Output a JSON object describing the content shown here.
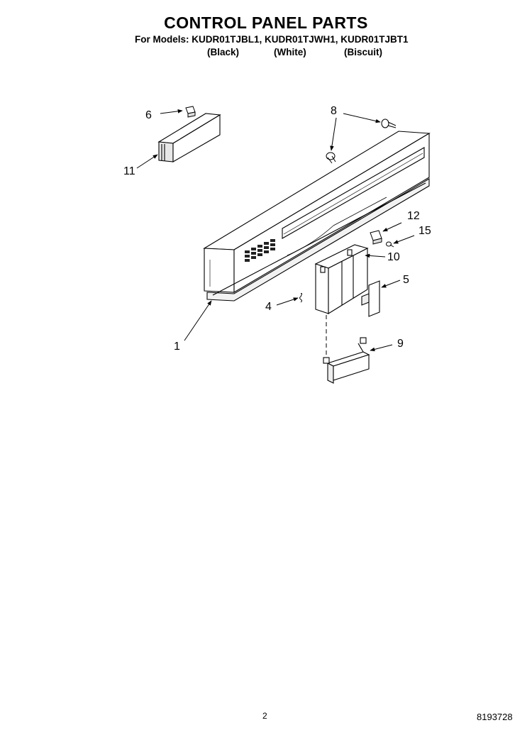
{
  "header": {
    "title": "CONTROL PANEL PARTS",
    "models": "For Models: KUDR01TJBL1, KUDR01TJWH1, KUDR01TJBT1",
    "colors": [
      "(Black)",
      "(White)",
      "(Biscuit)"
    ]
  },
  "callouts": {
    "c1": "1",
    "c4": "4",
    "c5": "5",
    "c6": "6",
    "c8": "8",
    "c9": "9",
    "c10": "10",
    "c11": "11",
    "c12": "12",
    "c15": "15"
  },
  "footer": {
    "page_number": "2",
    "doc_number": "8193728"
  }
}
